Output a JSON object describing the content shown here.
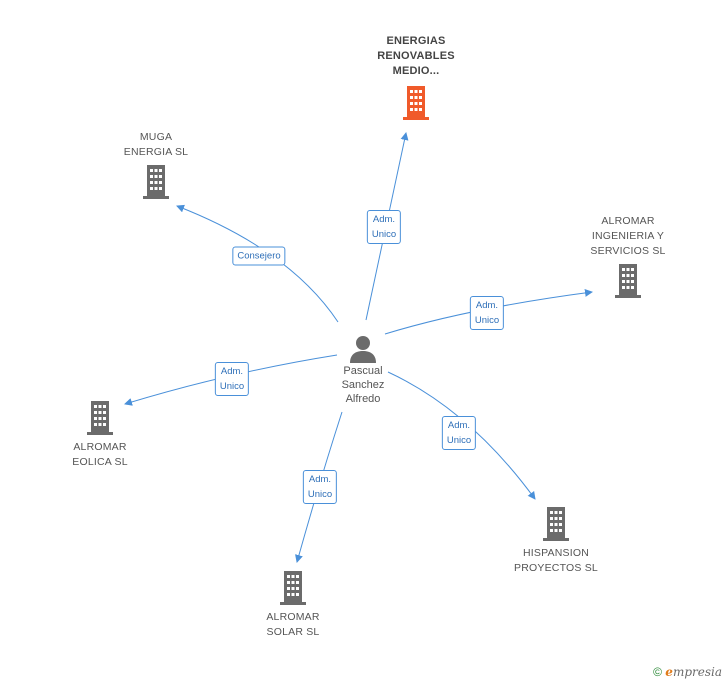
{
  "center": {
    "name_lines": [
      "Pascual",
      "Sanchez",
      "Alfredo"
    ]
  },
  "companies": [
    {
      "id": "energias",
      "lines": [
        "ENERGIAS",
        "RENOVABLES",
        "MEDIO..."
      ],
      "highlight": true,
      "color": "#f05a2a"
    },
    {
      "id": "muga",
      "lines": [
        "MUGA",
        "ENERGIA SL"
      ],
      "highlight": false,
      "color": "#6b6b6b"
    },
    {
      "id": "ingenieria",
      "lines": [
        "ALROMAR",
        "INGENIERIA Y",
        "SERVICIOS SL"
      ],
      "highlight": false,
      "color": "#6b6b6b"
    },
    {
      "id": "eolica",
      "lines": [
        "ALROMAR",
        "EOLICA SL"
      ],
      "highlight": false,
      "color": "#6b6b6b"
    },
    {
      "id": "solar",
      "lines": [
        "ALROMAR",
        "SOLAR SL"
      ],
      "highlight": false,
      "color": "#6b6b6b"
    },
    {
      "id": "hispansion",
      "lines": [
        "HISPANSION",
        "PROYECTOS SL"
      ],
      "highlight": false,
      "color": "#6b6b6b"
    }
  ],
  "relations": [
    {
      "to": "energias",
      "label_lines": [
        "Adm.",
        "Unico"
      ]
    },
    {
      "to": "muga",
      "label_lines": [
        "Consejero"
      ]
    },
    {
      "to": "ingenieria",
      "label_lines": [
        "Adm.",
        "Unico"
      ]
    },
    {
      "to": "eolica",
      "label_lines": [
        "Adm.",
        "Unico"
      ]
    },
    {
      "to": "solar",
      "label_lines": [
        "Adm.",
        "Unico"
      ]
    },
    {
      "to": "hispansion",
      "label_lines": [
        "Adm.",
        "Unico"
      ]
    }
  ],
  "footer": {
    "copyright": "©",
    "brand_initial": "e",
    "brand_rest": "mpresia"
  },
  "colors": {
    "edge": "#4a90d9",
    "label_text": "#2e6fb8",
    "building": "#6b6b6b",
    "building_highlight": "#f05a2a"
  }
}
